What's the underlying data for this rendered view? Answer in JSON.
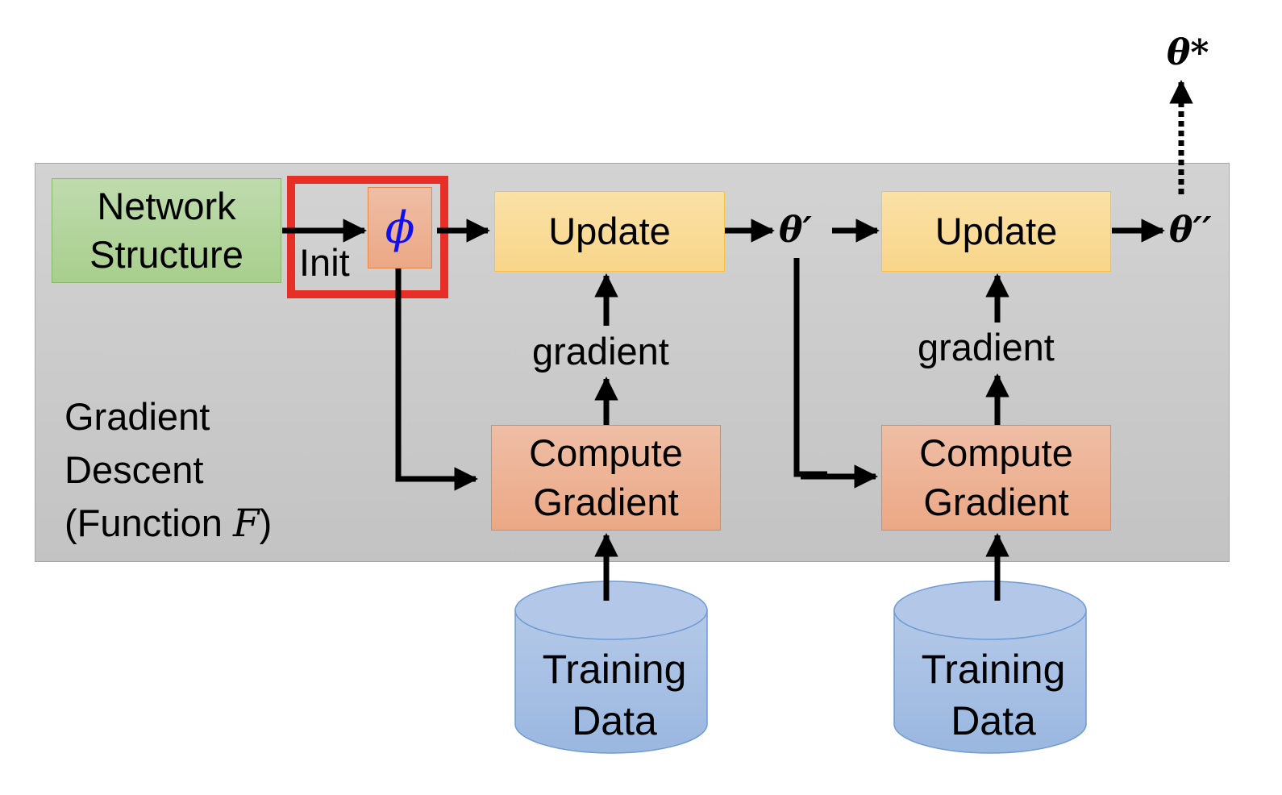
{
  "diagram": {
    "container": {
      "title_lines": [
        "Gradient",
        "Descent",
        "(Function "
      ],
      "function_symbol": "F",
      "closing": ")"
    },
    "network_structure": {
      "lines": [
        "Network",
        "Structure"
      ]
    },
    "init_label": "Init",
    "phi_symbol": "ϕ",
    "highlight_color": "#e63027",
    "steps": [
      {
        "update_label": "Update",
        "gradient_label": "gradient",
        "compute_lines": [
          "Compute",
          "Gradient"
        ],
        "data_lines": [
          "Training",
          "Data"
        ]
      },
      {
        "update_label": "Update",
        "gradient_label": "gradient",
        "compute_lines": [
          "Compute",
          "Gradient"
        ],
        "data_lines": [
          "Training",
          "Data"
        ]
      }
    ],
    "theta_prime": "θ′",
    "theta_double_prime": "θ′′",
    "theta_star": "θ*",
    "colors": {
      "panel": "#cbcbcb",
      "network_structure": "#b4d59d",
      "update": "#f9dc98",
      "compute": "#edb395",
      "training_data": "#a9c2e4",
      "phi_text": "#1010f0"
    }
  }
}
